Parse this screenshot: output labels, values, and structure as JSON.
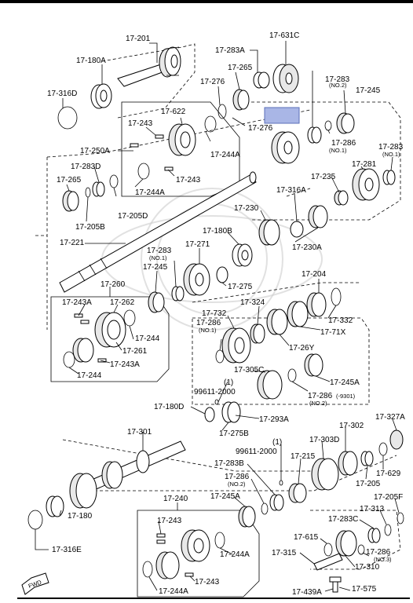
{
  "labels": {
    "p17_201": "17-201",
    "p17_180A": "17-180A",
    "p17_316D": "17-316D",
    "p17_283A": "17-283A",
    "p17_631C": "17-631C",
    "p17_265a": "17-265",
    "p17_276a": "17-276",
    "p17_283_no2": "17-283",
    "no2": "(NO.2)",
    "p17_245a": "17-245",
    "p17_622": "17-622",
    "p17_243a": "17-243",
    "p17_276b": "17-276",
    "p17_286_no1": "17-286",
    "no1a": "(NO.1)",
    "p17_283_no1": "17-283",
    "no1b": "(NO.1)",
    "p17_250A": "17-250A",
    "p17_244Aa": "17-244A",
    "p17_283D": "17-283D",
    "p17_243b": "17-243",
    "p17_281": "17-281",
    "p17_235": "17-235",
    "p17_244Ab": "17-244A",
    "p17_265b": "17-265",
    "p17_205D": "17-205D",
    "p17_316A": "17-316A",
    "p17_205B": "17-205B",
    "p17_230": "17-230",
    "p17_180B": "17-180B",
    "p17_221": "17-221",
    "p17_230A": "17-230A",
    "p17_283_no1b": "17-283",
    "no1c": "(NO.1)",
    "p17_271": "17-271",
    "p17_245b": "17-245",
    "p17_275": "17-275",
    "p17_204": "17-204",
    "p17_260": "17-260",
    "p17_324": "17-324",
    "p17_243Aa": "17-243A",
    "p17_262": "17-262",
    "p17_732": "17-732",
    "p17_332": "17-332",
    "p17_286_no1c": "17-286",
    "no1d": "(NO.1)",
    "p17_71X": "17-71X",
    "p17_244a": "17-244",
    "p17_261": "17-261",
    "p17_26Y": "17-26Y",
    "p17_243Ab": "17-243A",
    "p17_305C": "17-305C",
    "p17_245A": "17-245A",
    "p17_244b": "17-244",
    "ref_1a": "(1)",
    "p99611a": "99611-2000",
    "p17_286_no2": "17-286",
    "suffix_9301": "(-9301)",
    "no2b": "(NO.2)",
    "p17_180D": "17-180D",
    "p17_293A": "17-293A",
    "p17_275B": "17-275B",
    "p17_301": "17-301",
    "p17_302": "17-302",
    "p17_327A": "17-327A",
    "p17_303D": "17-303D",
    "ref_1b": "(1)",
    "p99611b": "99611-2000",
    "p17_215": "17-215",
    "p17_283B": "17-283B",
    "p17_629": "17-629",
    "p17_286_no2b": "17-286",
    "no2c": "(NO.2)",
    "p17_205": "17-205",
    "p17_245Ab": "17-245A",
    "p17_205F": "17-205F",
    "p17_240": "17-240",
    "p17_313": "17-313",
    "p17_243c": "17-243",
    "p17_283C": "17-283C",
    "p17_180": "17-180",
    "p17_316E": "17-316E",
    "p17_244Ac": "17-244A",
    "p17_615": "17-615",
    "p17_286_no3": "17-286",
    "no3": "(NO.3)",
    "p17_315": "17-315",
    "p17_310": "17-310",
    "p17_243d": "17-243",
    "p17_244Ad": "17-244A",
    "p17_439A": "17-439A",
    "p17_575": "17-575",
    "fwd": "FWD"
  },
  "colors": {
    "highlight": "#a9b6e6",
    "line": "#000000"
  }
}
